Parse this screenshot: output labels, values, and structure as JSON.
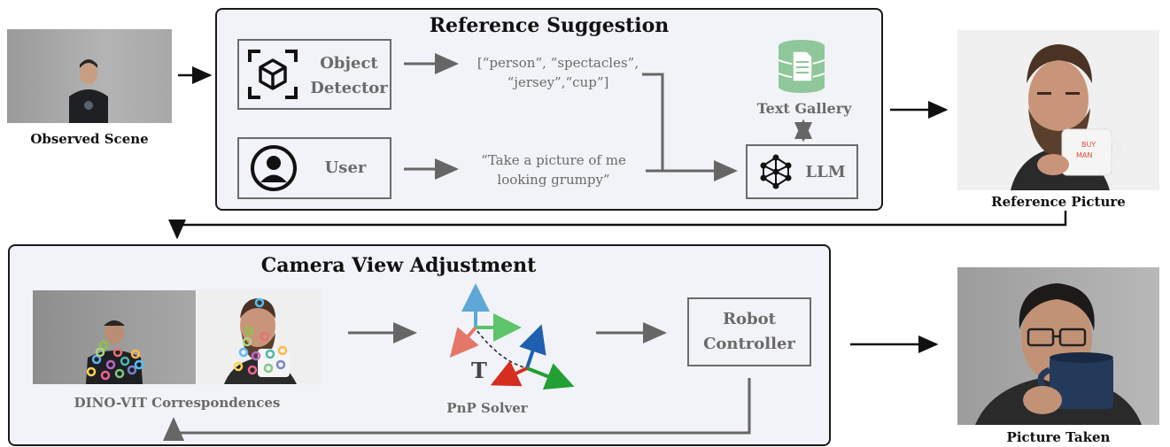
{
  "observed_scene": {
    "caption": "Observed Scene"
  },
  "reference_suggestion": {
    "title": "Reference Suggestion",
    "object_detector": {
      "line1": "Object",
      "line2": "Detector"
    },
    "detected_objects": {
      "line1": "[“person”,  “spectacles”,",
      "line2": "“jersey”,“cup”]"
    },
    "user": {
      "label": "User"
    },
    "user_prompt": {
      "line1": "“Take a picture of me",
      "line2": "looking grumpy”"
    },
    "text_gallery": {
      "label": "Text Gallery"
    },
    "llm": {
      "label": "LLM"
    }
  },
  "reference_picture": {
    "caption": "Reference Picture",
    "mug_text": "BUY\nMAN"
  },
  "camera_view_adjustment": {
    "title": "Camera View Adjustment",
    "correspondences": {
      "caption": "DINO-VIT Correspondences"
    },
    "pnp_solver": {
      "caption": "PnP Solver",
      "transform_label": "T"
    },
    "robot_controller": {
      "line1": "Robot",
      "line2": "Controller"
    }
  },
  "picture_taken": {
    "caption": "Picture Taken"
  },
  "colors": {
    "panel_bg": "#f1f3f8",
    "gray_text": "#6a6a6a",
    "gallery_green": "#8fc79a",
    "axis_blue": "#5ea7d6",
    "axis_green": "#5cc46a",
    "axis_red": "#e5766a"
  }
}
